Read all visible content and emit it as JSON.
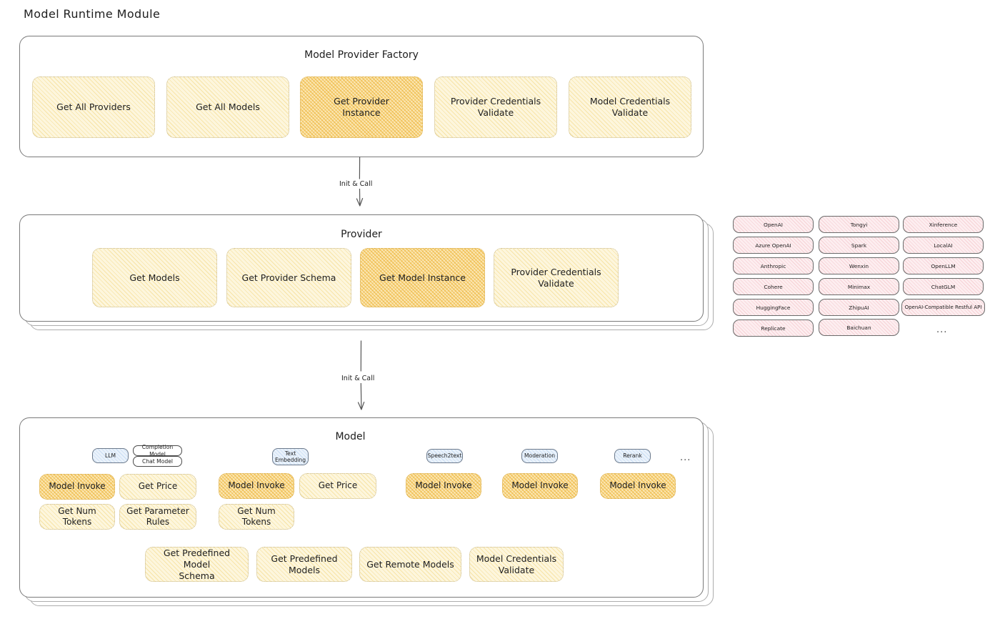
{
  "page": {
    "title": "Model Runtime Module"
  },
  "colors": {
    "accent_light": "#fdf6dd",
    "accent_strong": "#fbe7b4",
    "accent_border": "#c9b98a",
    "badge_blue": "#eaf2fb",
    "provider_pink": "#fdeef0",
    "panel_border": "#7a7a7a",
    "text": "#1e1e1e"
  },
  "factory": {
    "title": "Model Provider Factory",
    "boxes": [
      {
        "label": "Get All Providers",
        "highlighted": false
      },
      {
        "label": "Get All Models",
        "highlighted": false
      },
      {
        "label": "Get Provider\nInstance",
        "highlighted": true
      },
      {
        "label": "Provider Credentials\nValidate",
        "highlighted": false
      },
      {
        "label": "Model Credentials\nValidate",
        "highlighted": false
      }
    ]
  },
  "arrow1": {
    "label": "Init & Call"
  },
  "provider": {
    "title": "Provider",
    "boxes": [
      {
        "label": "Get Models",
        "highlighted": false
      },
      {
        "label": "Get Provider Schema",
        "highlighted": false
      },
      {
        "label": "Get Model Instance",
        "highlighted": true
      },
      {
        "label": "Provider Credentials\nValidate",
        "highlighted": false
      }
    ]
  },
  "arrow2": {
    "label": "Init & Call"
  },
  "provider_list": {
    "columns": [
      [
        "OpenAI",
        "Azure OpenAI",
        "Anthropic",
        "Cohere",
        "HuggingFace",
        "Replicate"
      ],
      [
        "Tongyi",
        "Spark",
        "Wenxin",
        "Minimax",
        "ZhipuAI",
        "Baichuan"
      ],
      [
        "Xinference",
        "LocalAI",
        "OpenLLM",
        "ChatGLM",
        "OpenAI-Compatible Restful API"
      ]
    ],
    "ellipsis": "..."
  },
  "model": {
    "title": "Model",
    "ellipsis": "...",
    "types": [
      {
        "badge": "LLM",
        "sub_badges": [
          "Completion Model",
          "Chat Model"
        ],
        "methods": [
          {
            "label": "Model Invoke",
            "highlighted": true
          },
          {
            "label": "Get Price",
            "highlighted": false
          },
          {
            "label": "Get Num Tokens",
            "highlighted": false
          },
          {
            "label": "Get Parameter\nRules",
            "highlighted": false
          }
        ]
      },
      {
        "badge": "Text\nEmbedding",
        "sub_badges": [],
        "methods": [
          {
            "label": "Model Invoke",
            "highlighted": true
          },
          {
            "label": "Get Price",
            "highlighted": false
          },
          {
            "label": "Get Num Tokens",
            "highlighted": false
          }
        ]
      },
      {
        "badge": "Speech2text",
        "sub_badges": [],
        "methods": [
          {
            "label": "Model Invoke",
            "highlighted": true
          }
        ]
      },
      {
        "badge": "Moderation",
        "sub_badges": [],
        "methods": [
          {
            "label": "Model Invoke",
            "highlighted": true
          }
        ]
      },
      {
        "badge": "Rerank",
        "sub_badges": [],
        "methods": [
          {
            "label": "Model Invoke",
            "highlighted": true
          }
        ]
      }
    ],
    "common_methods": [
      {
        "label": "Get Predefined Model\nSchema"
      },
      {
        "label": "Get Predefined\nModels"
      },
      {
        "label": "Get Remote Models"
      },
      {
        "label": "Model Credentials\nValidate"
      }
    ]
  }
}
